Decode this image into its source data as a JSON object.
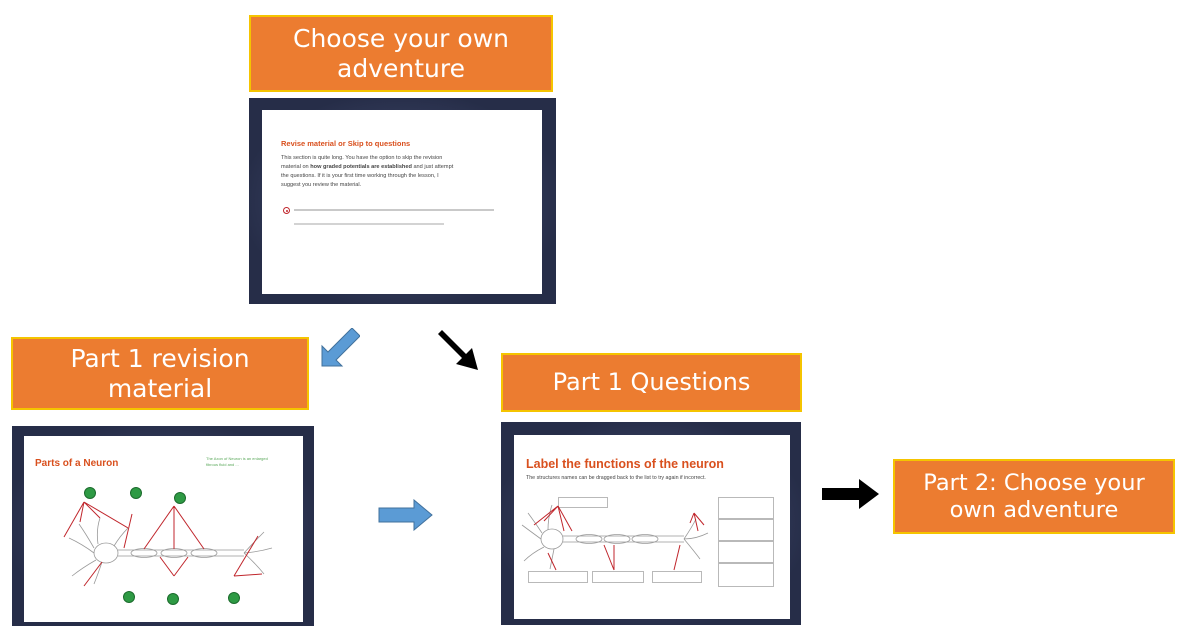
{
  "boxes": {
    "choose": {
      "line1": "Choose your own",
      "line2": "adventure"
    },
    "revision": {
      "line1": "Part 1 revision",
      "line2": "material"
    },
    "questions": {
      "label": "Part 1 Questions"
    },
    "part2": {
      "line1": "Part 2: Choose your",
      "line2": "own adventure"
    }
  },
  "slide_top": {
    "title": "Revise material or Skip to questions",
    "para1": "This section is quite long.  You have the option to skip the revision",
    "para2_a": "material on ",
    "para2_b": "how graded potentials are established",
    "para2_c": " and just attempt",
    "para3": "the questions.  If it is your first time working through the lesson, I",
    "para4": "suggest you review the material."
  },
  "slide_left": {
    "title": "Parts of a Neuron",
    "box_text": "The Axon of Neuron is an enlarged fibrous fluid and ..."
  },
  "slide_right": {
    "title": "Label the functions of the neuron",
    "subtitle": "The structures names can be dragged back to the list to try again if incorrect."
  },
  "colors": {
    "box_fill": "#ec7c30",
    "box_border": "#f5c400",
    "arrow_blue": "#5b9bd5",
    "arrow_black": "#000000",
    "slide_title": "#d9501e",
    "neuron_label": "#c0262c"
  }
}
